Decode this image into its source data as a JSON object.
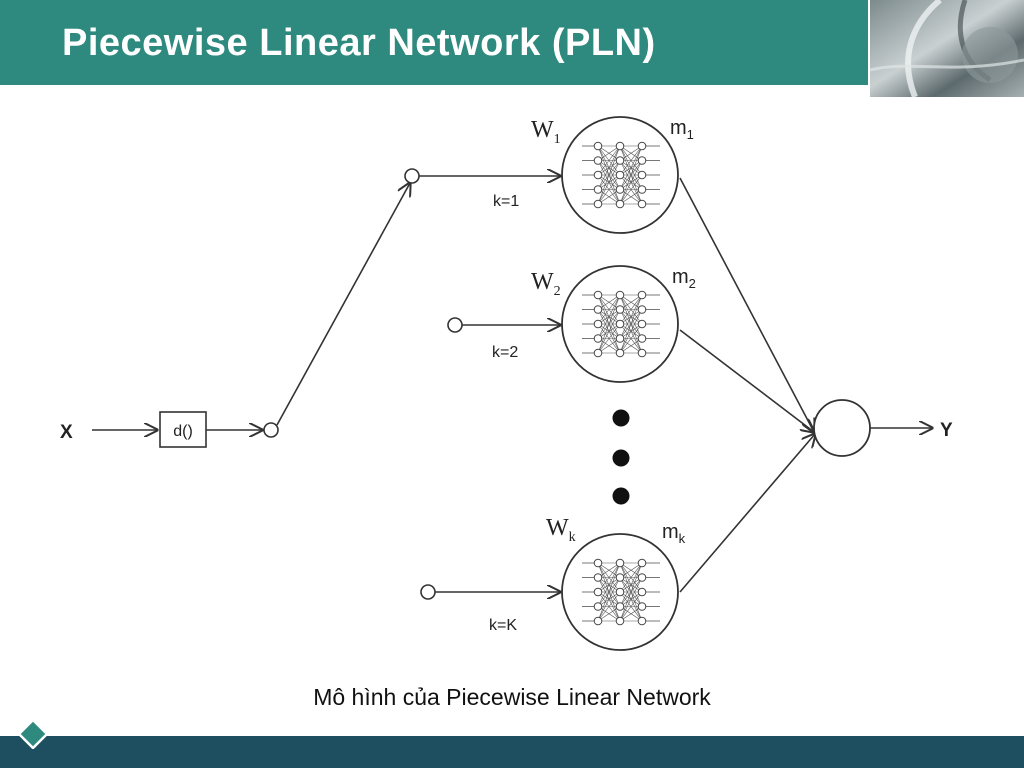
{
  "slide": {
    "title": "Piecewise Linear Network (PLN)",
    "caption": "Mô hình của Piecewise Linear Network"
  },
  "diagram": {
    "input_label": "X",
    "output_label": "Y",
    "distance_block": "d()",
    "branches": [
      {
        "weight": "W",
        "weight_sub": "1",
        "model": "m",
        "model_sub": "1",
        "k_label": "k=1"
      },
      {
        "weight": "W",
        "weight_sub": "2",
        "model": "m",
        "model_sub": "2",
        "k_label": "k=2"
      },
      {
        "weight": "W",
        "weight_sub": "k",
        "model": "m",
        "model_sub": "k",
        "k_label": "k=K"
      }
    ]
  },
  "colors": {
    "title_bar": "#2e8a7e",
    "footer_bar": "#1e4f60",
    "line": "#333333"
  }
}
